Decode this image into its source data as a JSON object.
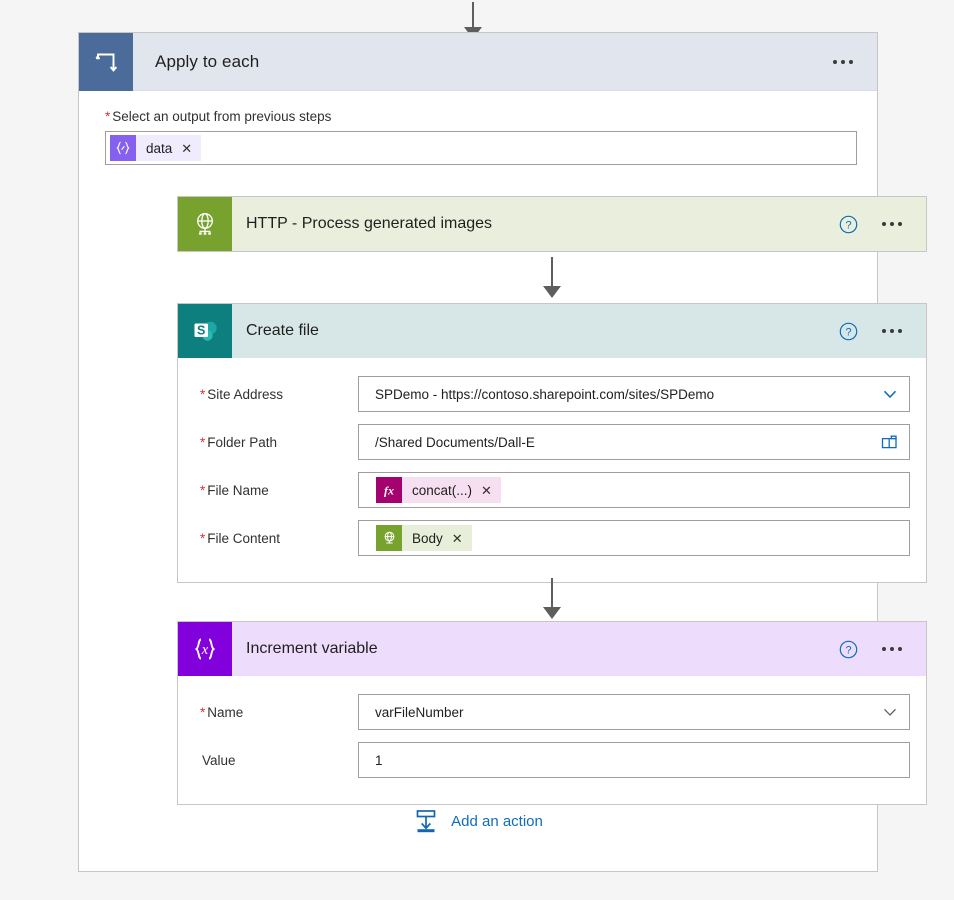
{
  "page": {
    "background_color": "#f5f5f5",
    "top_arrow_icon": "arrow-down-icon"
  },
  "scope": {
    "title": "Apply to each",
    "icon": "loop-foreach-icon",
    "header_color": "#e1e5ee",
    "icon_tile_color": "#4b6c9b",
    "overflow_menu_icon": "ellipsis-icon",
    "input": {
      "label": "Select an output from previous steps",
      "required": true,
      "required_marker": "*",
      "token": {
        "text": "data",
        "icon": "dynamic-content-token-icon",
        "remove_icon": "✕",
        "icon_color": "#8661f0",
        "body_color": "#f0ecfd"
      }
    }
  },
  "actions": [
    {
      "id": "http",
      "title": "HTTP - Process generated images",
      "icon": "http-globe-icon",
      "icon_tile_color": "#77a22d",
      "header_color": "#eaefdd",
      "help_icon": "help-circle-icon",
      "overflow_menu_icon": "ellipsis-icon",
      "collapsed": true
    },
    {
      "id": "create-file",
      "title": "Create file",
      "icon": "sharepoint-icon",
      "icon_tile_color": "#0e7f7f",
      "header_color": "#d7e7e7",
      "help_icon": "help-circle-icon",
      "overflow_menu_icon": "ellipsis-icon",
      "fields": [
        {
          "label": "Site Address",
          "required": true,
          "required_marker": "*",
          "type": "dropdown",
          "value": "SPDemo - https://contoso.sharepoint.com/sites/SPDemo",
          "trailing_icon": "chevron-down-icon"
        },
        {
          "label": "Folder Path",
          "required": true,
          "required_marker": "*",
          "type": "picker",
          "value": "/Shared Documents/Dall-E",
          "trailing_icon": "folder-picker-icon"
        },
        {
          "label": "File Name",
          "required": true,
          "required_marker": "*",
          "type": "token",
          "token": {
            "text": "concat(...)",
            "icon": "expression-fx-icon",
            "remove_icon": "✕",
            "icon_color": "#a4036f",
            "body_color": "#f6dff0"
          }
        },
        {
          "label": "File Content",
          "required": true,
          "required_marker": "*",
          "type": "token",
          "token": {
            "text": "Body",
            "icon": "http-globe-token-icon",
            "remove_icon": "✕",
            "icon_color": "#77a22d",
            "body_color": "#e7eed9"
          }
        }
      ]
    },
    {
      "id": "increment-variable",
      "title": "Increment variable",
      "icon": "variable-braces-x-icon",
      "icon_tile_color": "#8200dc",
      "header_color": "#eddcfb",
      "help_icon": "help-circle-icon",
      "overflow_menu_icon": "ellipsis-icon",
      "fields": [
        {
          "label": "Name",
          "required": true,
          "required_marker": "*",
          "type": "dropdown",
          "value": "varFileNumber",
          "trailing_icon": "chevron-down-icon"
        },
        {
          "label": "Value",
          "required": false,
          "required_marker": "",
          "type": "text",
          "value": "1",
          "trailing_icon": ""
        }
      ]
    }
  ],
  "add_action": {
    "label": "Add an action",
    "icon": "insert-action-icon",
    "link_color": "#0f6cbd"
  }
}
